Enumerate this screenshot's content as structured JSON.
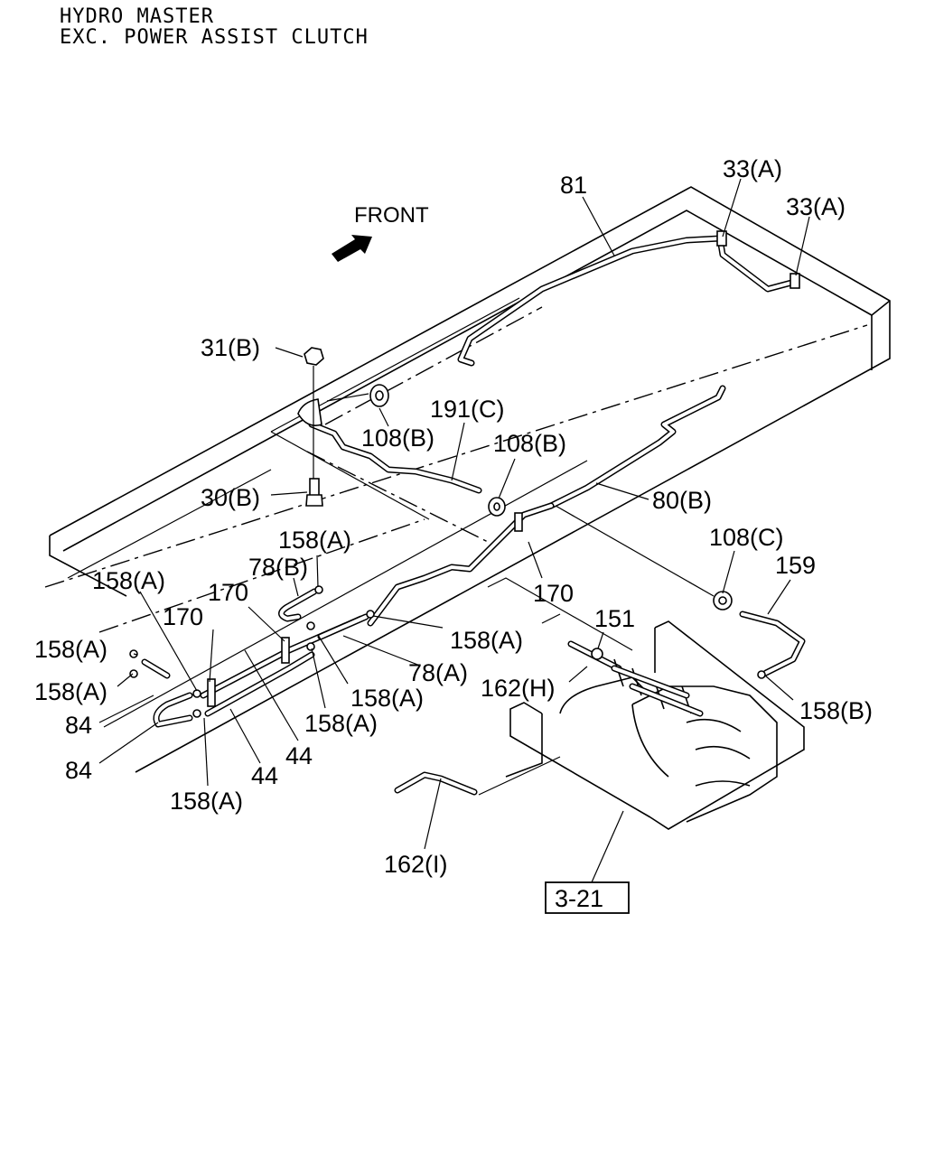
{
  "header": {
    "line1": "HYDRO MASTER",
    "line2": "EXC. POWER ASSIST CLUTCH"
  },
  "direction": {
    "label": "FRONT",
    "icon": "front-arrow-icon"
  },
  "callouts": {
    "c81": "81",
    "c33a_1": "33(A)",
    "c33a_2": "33(A)",
    "c31b": "31(B)",
    "c108b_1": "108(B)",
    "c191c": "191(C)",
    "c108b_2": "108(B)",
    "c30b": "30(B)",
    "c80b": "80(B)",
    "c158a_top": "158(A)",
    "c78b": "78(B)",
    "c108c": "108(C)",
    "c159": "159",
    "c158a_left": "158(A)",
    "c170_left1": "170",
    "c170_left2": "170",
    "c170_right": "170",
    "c151": "151",
    "c158a_1": "158(A)",
    "c158a_2": "158(A)",
    "c158a_mid": "158(A)",
    "c78a": "78(A)",
    "c162h": "162(H)",
    "c84_1": "84",
    "c84_2": "84",
    "c158a_3": "158(A)",
    "c158a_4": "158(A)",
    "c158b": "158(B)",
    "c44_1": "44",
    "c44_2": "44",
    "c158a_bottom": "158(A)",
    "c162i": "162(I)"
  },
  "reference_box": {
    "label": "3-21"
  }
}
